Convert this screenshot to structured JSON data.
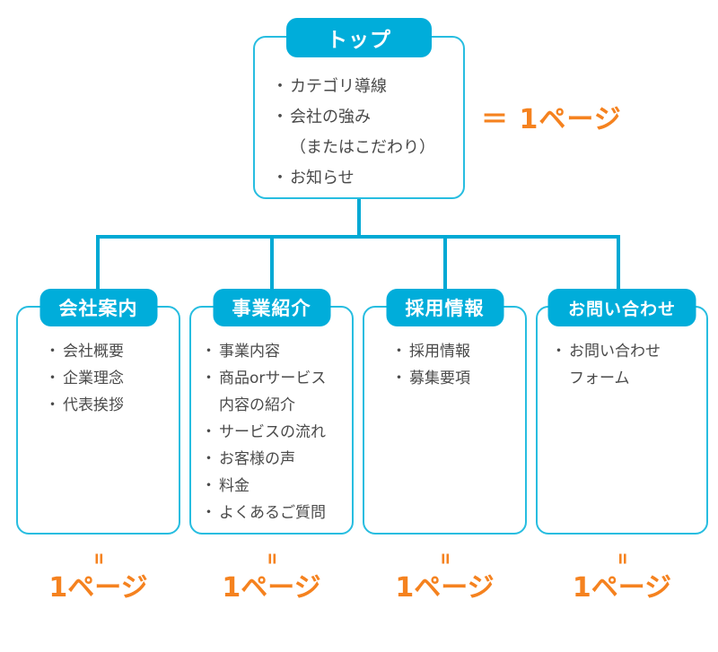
{
  "diagram": {
    "title_node": {
      "badge": "トップ",
      "items": [
        {
          "text": "カテゴリ導線",
          "continuation": false
        },
        {
          "text": "会社の強み",
          "continuation": false
        },
        {
          "text": "（またはこだわり）",
          "continuation": true
        },
        {
          "text": "お知らせ",
          "continuation": false
        }
      ],
      "equals_label": "＝ 1ページ"
    },
    "leaf_nodes": [
      {
        "badge": "会社案内",
        "items": [
          {
            "text": "会社概要",
            "continuation": false
          },
          {
            "text": "企業理念",
            "continuation": false
          },
          {
            "text": "代表挨拶",
            "continuation": false
          }
        ],
        "caption_equals": "=",
        "caption_page": "1ページ"
      },
      {
        "badge": "事業紹介",
        "items": [
          {
            "text": "事業内容",
            "continuation": false
          },
          {
            "text": "商品orサービス",
            "continuation": false
          },
          {
            "text": "内容の紹介",
            "continuation": true
          },
          {
            "text": "サービスの流れ",
            "continuation": false
          },
          {
            "text": "お客様の声",
            "continuation": false
          },
          {
            "text": "料金",
            "continuation": false
          },
          {
            "text": "よくあるご質問",
            "continuation": false
          }
        ],
        "caption_equals": "=",
        "caption_page": "1ページ"
      },
      {
        "badge": "採用情報",
        "items": [
          {
            "text": "採用情報",
            "continuation": false
          },
          {
            "text": "募集要項",
            "continuation": false
          }
        ],
        "caption_equals": "=",
        "caption_page": "1ページ"
      },
      {
        "badge": "お問い合わせ",
        "items": [
          {
            "text": "お問い合わせ",
            "continuation": false
          },
          {
            "text": "フォーム",
            "continuation": true
          }
        ],
        "caption_equals": "=",
        "caption_page": "1ページ"
      }
    ],
    "colors": {
      "badge_fill": "#00adda",
      "box_border": "#27bde0",
      "connector": "#00a9d4",
      "accent_orange": "#f5821f",
      "body_text": "#4a4a4a",
      "background": "#ffffff"
    }
  }
}
